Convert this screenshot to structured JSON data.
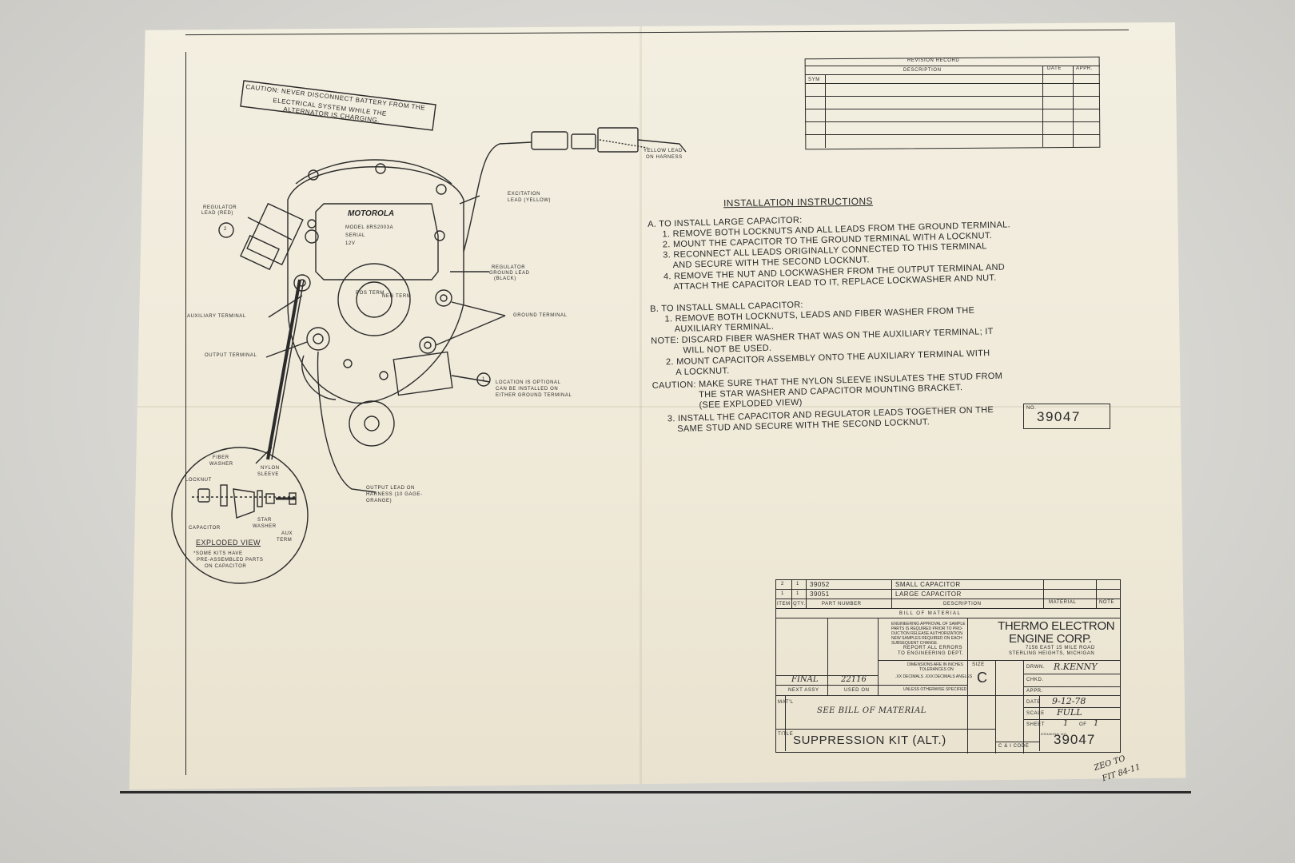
{
  "caution_box": [
    "CAUTION: NEVER DISCONNECT BATTERY FROM THE",
    "ELECTRICAL SYSTEM WHILE THE",
    "ALTERNATOR IS CHARGING."
  ],
  "diagram_labels": {
    "regulator_lead": [
      "REGULATOR",
      "LEAD (RED)"
    ],
    "motorola": "MOTOROLA",
    "model": "MODEL 8RS2003A",
    "serial": "SERIAL",
    "volts": "12V",
    "excitation_lead": [
      "EXCITATION",
      "LEAD (YELLOW)"
    ],
    "yellow_lead": [
      "YELLOW LEAD",
      "ON HARNESS"
    ],
    "regulator_ground": [
      "REGULATOR",
      "GROUND LEAD",
      "(BLACK)"
    ],
    "ground_terminal": "GROUND TERMINAL",
    "auxiliary_terminal": "AUXILIARY TERMINAL",
    "output_terminal": "OUTPUT TERMINAL",
    "location_optional": [
      "LOCATION IS OPTIONAL",
      "CAN BE INSTALLED ON",
      "EITHER GROUND TERMINAL"
    ],
    "output_lead": [
      "OUTPUT LEAD ON",
      "HARNESS (10 GAGE-",
      "ORANGE)"
    ],
    "pos_term": "POS TERM",
    "neg_term": "NEG TERM",
    "callout_2": "2",
    "callout_1": "1"
  },
  "exploded_view": {
    "fiber_washer": [
      "FIBER",
      "WASHER"
    ],
    "nylon_sleeve": [
      "NYLON",
      "SLEEVE"
    ],
    "locknut": "LOCKNUT",
    "capacitor": "CAPACITOR",
    "star_washer": [
      "STAR",
      "WASHER"
    ],
    "aux_term": [
      "AUX",
      "TERM"
    ],
    "title": "EXPLODED VIEW",
    "note": [
      "*SOME KITS HAVE",
      "PRE-ASSEMBLED PARTS",
      "ON CAPACITOR"
    ]
  },
  "revision_record": {
    "title": "REVISION RECORD",
    "description": "DESCRIPTION",
    "date": "DATE",
    "appr": "APPR.",
    "sym": "SYM"
  },
  "instructions": {
    "title": "INSTALLATION INSTRUCTIONS",
    "lines": [
      "A. TO INSTALL LARGE CAPACITOR:",
      "1. REMOVE BOTH LOCKNUTS AND ALL LEADS FROM THE GROUND TERMINAL.",
      "2. MOUNT THE CAPACITOR TO THE GROUND TERMINAL WITH A LOCKNUT.",
      "3. RECONNECT ALL LEADS ORIGINALLY CONNECTED TO THIS TERMINAL",
      "AND SECURE WITH THE SECOND LOCKNUT.",
      "4. REMOVE THE NUT AND LOCKWASHER FROM THE OUTPUT TERMINAL AND",
      "ATTACH THE CAPACITOR LEAD TO IT, REPLACE LOCKWASHER AND NUT.",
      "",
      "B. TO INSTALL SMALL CAPACITOR:",
      "1. REMOVE BOTH LOCKNUTS, LEADS AND FIBER WASHER FROM THE",
      "AUXILIARY TERMINAL.",
      "NOTE: DISCARD FIBER WASHER THAT WAS ON THE AUXILIARY TERMINAL; IT",
      "WILL NOT BE USED.",
      "2. MOUNT CAPACITOR ASSEMBLY ONTO THE AUXILIARY TERMINAL WITH",
      "A LOCKNUT.",
      "CAUTION: MAKE SURE THAT THE NYLON SLEEVE INSULATES THE STUD FROM",
      "THE STAR WASHER AND CAPACITOR MOUNTING BRACKET.",
      "(SEE EXPLODED VIEW)",
      "3. INSTALL THE CAPACITOR AND REGULATOR LEADS TOGETHER ON THE",
      "SAME STUD AND SECURE WITH THE SECOND LOCKNUT."
    ]
  },
  "doc_number_box": {
    "prefix": "NO.",
    "number": "39047"
  },
  "bom": {
    "rows": [
      {
        "item": "2",
        "qty": "1",
        "part": "39052",
        "desc": "SMALL CAPACITOR"
      },
      {
        "item": "1",
        "qty": "1",
        "part": "39051",
        "desc": "LARGE CAPACITOR"
      }
    ],
    "headers": {
      "item": "ITEM",
      "qty": "QTY.",
      "part": "PART NUMBER",
      "desc": "DESCRIPTION",
      "material": "MATERIAL",
      "note": "NOTE"
    },
    "title": "BILL OF MATERIAL"
  },
  "title_block": {
    "company": [
      "THERMO ELECTRON",
      "ENGINE CORP."
    ],
    "address": [
      "7156 EAST 15 MILE ROAD",
      "STERLING HEIGHTS, MICHIGAN"
    ],
    "eng_note": [
      "ENGINEERING APPROVAL OF SAMPLE",
      "PARTS IS REQUIRED PRIOR TO PRO-",
      "DUCTION RELEASE AUTHORIZATION.",
      "NEW SAMPLES REQUIRED ON EACH",
      "SUBSEQUENT CHANGE."
    ],
    "report": [
      "REPORT ALL ERRORS",
      "TO ENGINEERING DEPT."
    ],
    "tolerances": [
      "DIMENSIONS ARE IN INCHES",
      "TOLERANCES ON",
      ".XX DECIMALS   .XXX DECIMALS   ANGLES",
      "UNLESS OTHERWISE SPECIFIED"
    ],
    "size_label": "SIZE",
    "size": "C",
    "drwn_label": "DRWN.",
    "drwn": "R.KENNY",
    "chkd_label": "CHKD.",
    "appr_label": "APPR.",
    "date_label": "DATE",
    "date": "9-12-78",
    "scale_label": "SCALE",
    "scale": "FULL",
    "sheet_label": "SHEET",
    "sheet": "1",
    "of_label": "OF",
    "of": "1",
    "final": "FINAL",
    "final_num": "22116",
    "next_assy": "NEXT ASSY",
    "used_on": "USED ON",
    "matl_label": "MAT'L",
    "matl": "SEE BILL OF MATERIAL",
    "title_label": "TITLE",
    "title": "SUPPRESSION KIT (ALT.)",
    "ci_code": "C & I CODE",
    "drawing_no_label": "DRAWING NO.",
    "drawing_no": "39047"
  },
  "handwritten_note": [
    "ZEO TO",
    "FIT 84-11"
  ],
  "colors": {
    "paper": "#f1ecdc",
    "ink": "#2b2b2b",
    "background": "#d8d7d2"
  }
}
